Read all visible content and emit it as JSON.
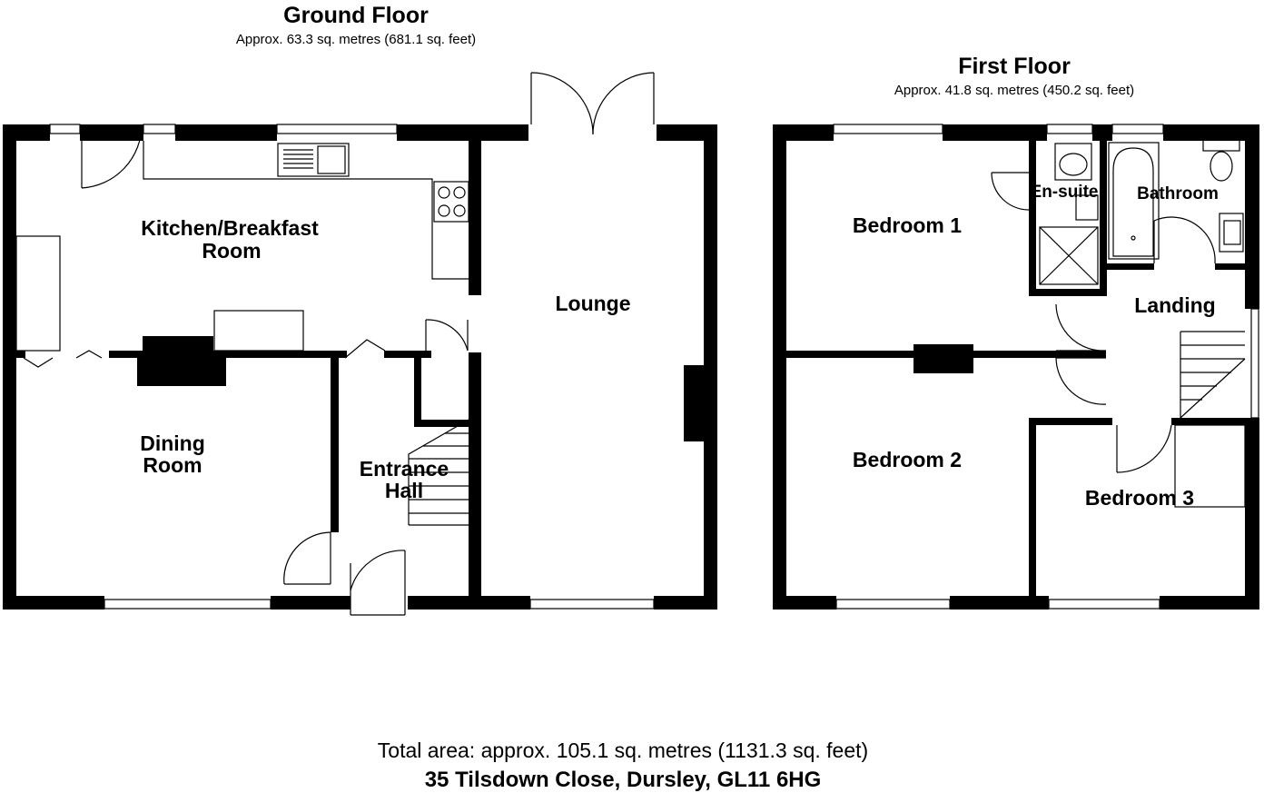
{
  "ground_floor": {
    "title": "Ground Floor",
    "area": "Approx. 63.3 sq. metres (681.1 sq. feet)",
    "rooms": {
      "kitchen_line1": "Kitchen/Breakfast",
      "kitchen_line2": "Room",
      "lounge": "Lounge",
      "dining_line1": "Dining",
      "dining_line2": "Room",
      "hall_line1": "Entrance",
      "hall_line2": "Hall"
    }
  },
  "first_floor": {
    "title": "First Floor",
    "area": "Approx. 41.8 sq. metres (450.2 sq. feet)",
    "rooms": {
      "bedroom1": "Bedroom 1",
      "ensuite": "En-suite",
      "bathroom": "Bathroom",
      "landing": "Landing",
      "bedroom2": "Bedroom 2",
      "bedroom3": "Bedroom 3"
    }
  },
  "footer": {
    "total_area": "Total area: approx. 105.1 sq. metres (1131.3 sq. feet)",
    "address": "35 Tilsdown Close, Dursley, GL11 6HG"
  }
}
